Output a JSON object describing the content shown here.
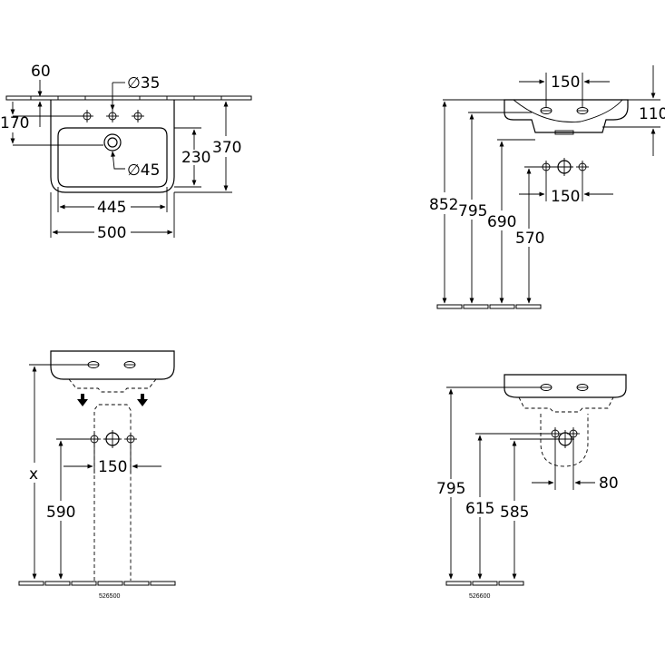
{
  "top_left_view": {
    "dim_60": "60",
    "dim_35": "∅35",
    "dim_170": "170",
    "dim_230": "230",
    "dim_370": "370",
    "dim_45": "∅45",
    "dim_445": "445",
    "dim_500": "500"
  },
  "top_right_view": {
    "dim_150_top": "150",
    "dim_110": "110",
    "dim_852": "852",
    "dim_795": "795",
    "dim_690": "690",
    "dim_150_mid": "150",
    "dim_570": "570"
  },
  "bottom_left_view": {
    "dim_x": "x",
    "dim_150": "150",
    "dim_590": "590",
    "code": "526500"
  },
  "bottom_right_view": {
    "dim_80": "80",
    "dim_795": "795",
    "dim_615": "615",
    "dim_585": "585",
    "code": "526600"
  }
}
